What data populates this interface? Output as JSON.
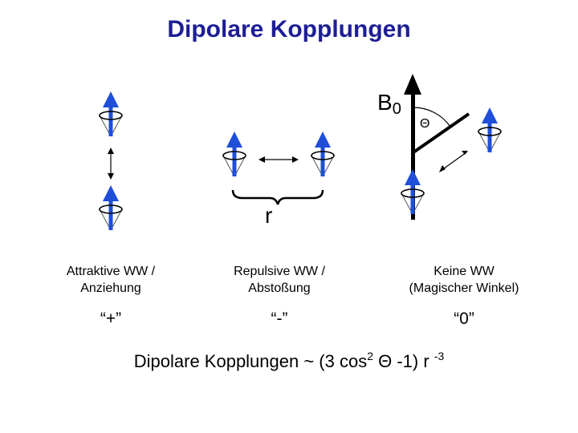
{
  "title": "Dipolare Kopplungen",
  "b0": {
    "base": "B",
    "sub": "0"
  },
  "theta_symbol": "Θ",
  "r_label": "r",
  "cases": [
    {
      "label_line1": "Attraktive WW /",
      "label_line2": "Anziehung",
      "sign": "“+”"
    },
    {
      "label_line1": "Repulsive WW /",
      "label_line2": "Abstoßung",
      "sign": "“-”"
    },
    {
      "label_line1": "Keine WW",
      "label_line2": "(Magischer Winkel)",
      "sign": "“0”"
    }
  ],
  "formula": {
    "text": "Dipolare Kopplungen ~ (3 cos",
    "exp1": "2",
    "middle": " Θ -1)  r ",
    "exp2": "-3"
  },
  "colors": {
    "title": "#1e1e96",
    "arrow": "#1f4fd8",
    "line": "#000000"
  }
}
